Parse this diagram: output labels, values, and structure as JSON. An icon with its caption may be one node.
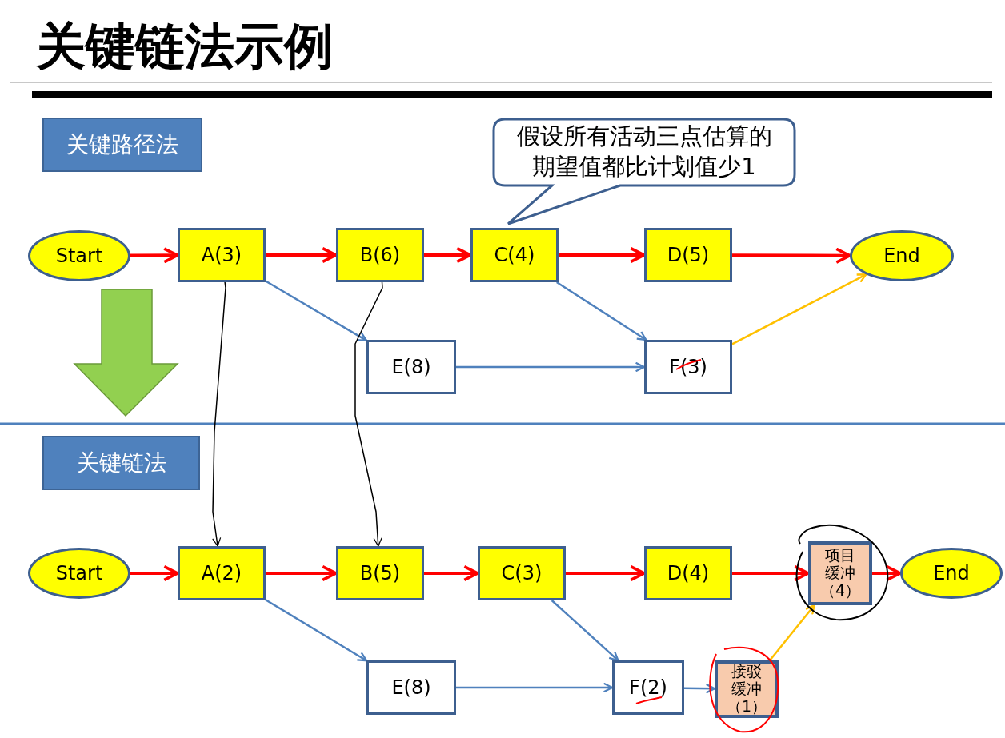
{
  "diagram": {
    "title": "关键链法示例",
    "nodes": [
      {
        "text": [
          "关键路径法"
        ]
      },
      {
        "text": [
          "假设所有活动三点估算的期望值都比计划值少1"
        ]
      },
      {
        "text": [
          "Start"
        ]
      },
      {
        "text": [
          "A(3)"
        ]
      },
      {
        "text": [
          "B(6)"
        ]
      },
      {
        "text": [
          "C(4)"
        ]
      },
      {
        "text": [
          "D(5)"
        ]
      },
      {
        "text": [
          "End"
        ]
      },
      {
        "text": [
          "E(8)"
        ]
      },
      {
        "text": [
          "F(3)"
        ]
      },
      {
        "text": [
          "关键链法"
        ]
      },
      {
        "text": [
          "Start"
        ]
      },
      {
        "text": [
          "A(2)"
        ]
      },
      {
        "text": [
          "B(5)"
        ]
      },
      {
        "text": [
          "C(3)"
        ]
      },
      {
        "text": [
          "D(4)"
        ]
      },
      {
        "text": [
          "项目缓冲（4）"
        ]
      },
      {
        "text": [
          "End"
        ]
      },
      {
        "text": [
          "E(8)"
        ]
      },
      {
        "text": [
          "F(2)"
        ]
      },
      {
        "text": [
          "接驳缓冲（1）"
        ]
      }
    ],
    "edges": [
      {
        "from": 2,
        "to": 3,
        "arrow": "to"
      },
      {
        "from": 3,
        "to": 4,
        "arrow": "to"
      },
      {
        "from": 4,
        "to": 5,
        "arrow": "to"
      },
      {
        "from": 5,
        "to": 6,
        "arrow": "to"
      },
      {
        "from": 6,
        "to": 7,
        "arrow": "to"
      },
      {
        "from": 3,
        "to": 8,
        "arrow": "to",
        "color": "#4f81bd"
      },
      {
        "from": 8,
        "to": 9,
        "arrow": "to",
        "color": "#4f81bd"
      },
      {
        "from": 5,
        "to": 9,
        "arrow": "to",
        "color": "#4f81bd"
      },
      {
        "from": 9,
        "to": 7,
        "arrow": "to",
        "color": "#ffc000"
      },
      {
        "from": 3,
        "to": 12,
        "arrow": "to",
        "color": "#000000"
      },
      {
        "from": 4,
        "to": 13,
        "arrow": "to",
        "color": "#000000"
      },
      {
        "from": 11,
        "to": 12,
        "arrow": "to"
      },
      {
        "from": 12,
        "to": 13,
        "arrow": "to"
      },
      {
        "from": 13,
        "to": 14,
        "arrow": "to"
      },
      {
        "from": 14,
        "to": 15,
        "arrow": "to"
      },
      {
        "from": 15,
        "to": 16,
        "arrow": "to"
      },
      {
        "from": 16,
        "to": 17,
        "arrow": "to"
      },
      {
        "from": 12,
        "to": 18,
        "arrow": "to",
        "color": "#4f81bd"
      },
      {
        "from": 18,
        "to": 19,
        "arrow": "to",
        "color": "#4f81bd"
      },
      {
        "from": 14,
        "to": 19,
        "arrow": "to",
        "color": "#4f81bd"
      },
      {
        "from": 19,
        "to": 20,
        "arrow": "to",
        "color": "#4f81bd"
      },
      {
        "from": 20,
        "to": 16,
        "arrow": "to",
        "color": "#ffc000"
      },
      {
        "from": 2,
        "to": 10,
        "arrow": "to",
        "style": "thick",
        "color": "#92d050"
      }
    ]
  }
}
